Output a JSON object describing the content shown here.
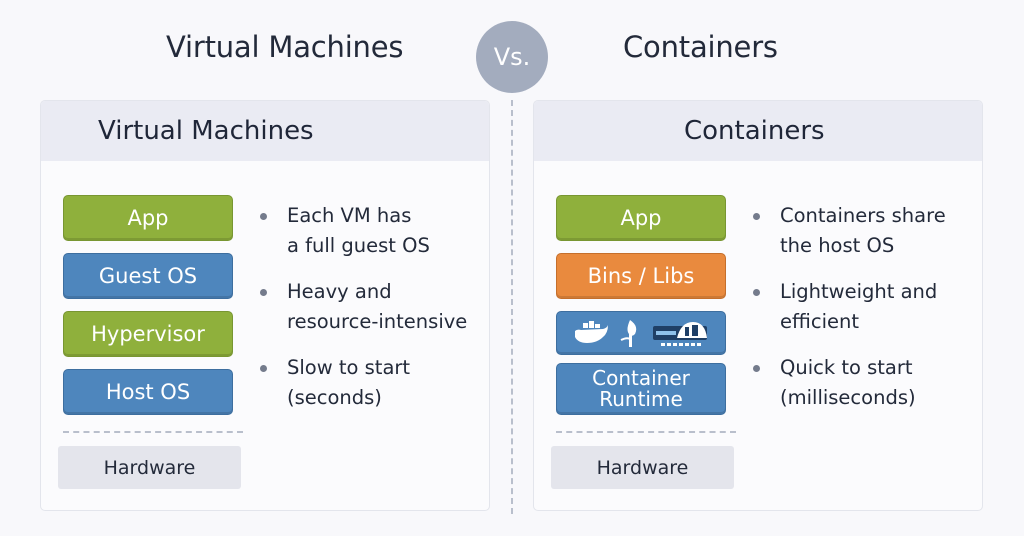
{
  "header": {
    "left_title": "Virtual Machines",
    "vs_label": "Vs.",
    "right_title": "Containers"
  },
  "vm_panel": {
    "title": "Virtual Machines",
    "stack": [
      {
        "label": "App",
        "color": "#8fb03c"
      },
      {
        "label": "Guest OS",
        "color": "#4e86bd"
      },
      {
        "label": "Hypervisor",
        "color": "#8fb03c"
      },
      {
        "label": "Host OS",
        "color": "#4e86bd"
      }
    ],
    "hardware_label": "Hardware",
    "bullets": [
      {
        "line1": "Each VM has",
        "line2": "a full guest OS"
      },
      {
        "line1": "Heavy and",
        "line2": "resource-intensive"
      },
      {
        "line1": "Slow to start",
        "line2": "(seconds)"
      }
    ]
  },
  "container_panel": {
    "title": "Containers",
    "stack": [
      {
        "label": "App",
        "color": "#8fb03c"
      },
      {
        "label": "Bins / Libs",
        "color": "#e98a3e"
      },
      {
        "label": "",
        "icons": [
          "docker-whale-icon",
          "sprout-icon",
          "container-ship-icon"
        ],
        "color": "#4e86bd"
      },
      {
        "line1": "Container",
        "line2": "Runtime",
        "color": "#4e86bd"
      }
    ],
    "hardware_label": "Hardware",
    "bullets": [
      {
        "line1": "Containers share",
        "line2": "the host OS"
      },
      {
        "line1": "Lightweight and",
        "line2": "efficient"
      },
      {
        "line1": "Quick to start",
        "line2": "(milliseconds)"
      }
    ]
  }
}
